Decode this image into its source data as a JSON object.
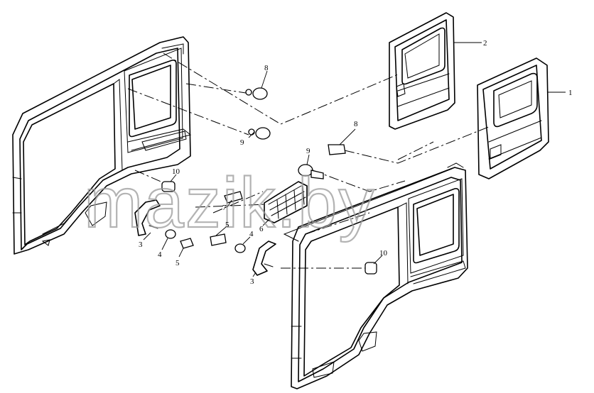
{
  "watermark": "mazik.by",
  "callouts": {
    "c1": "1",
    "c2": "2",
    "c3a": "3",
    "c3b": "3",
    "c4a": "4",
    "c4b": "4",
    "c5a": "5",
    "c5b": "5",
    "c6": "6",
    "c7": "7",
    "c8a": "8",
    "c8b": "8",
    "c9a": "9",
    "c9b": "9",
    "c10a": "10",
    "c10b": "10"
  }
}
